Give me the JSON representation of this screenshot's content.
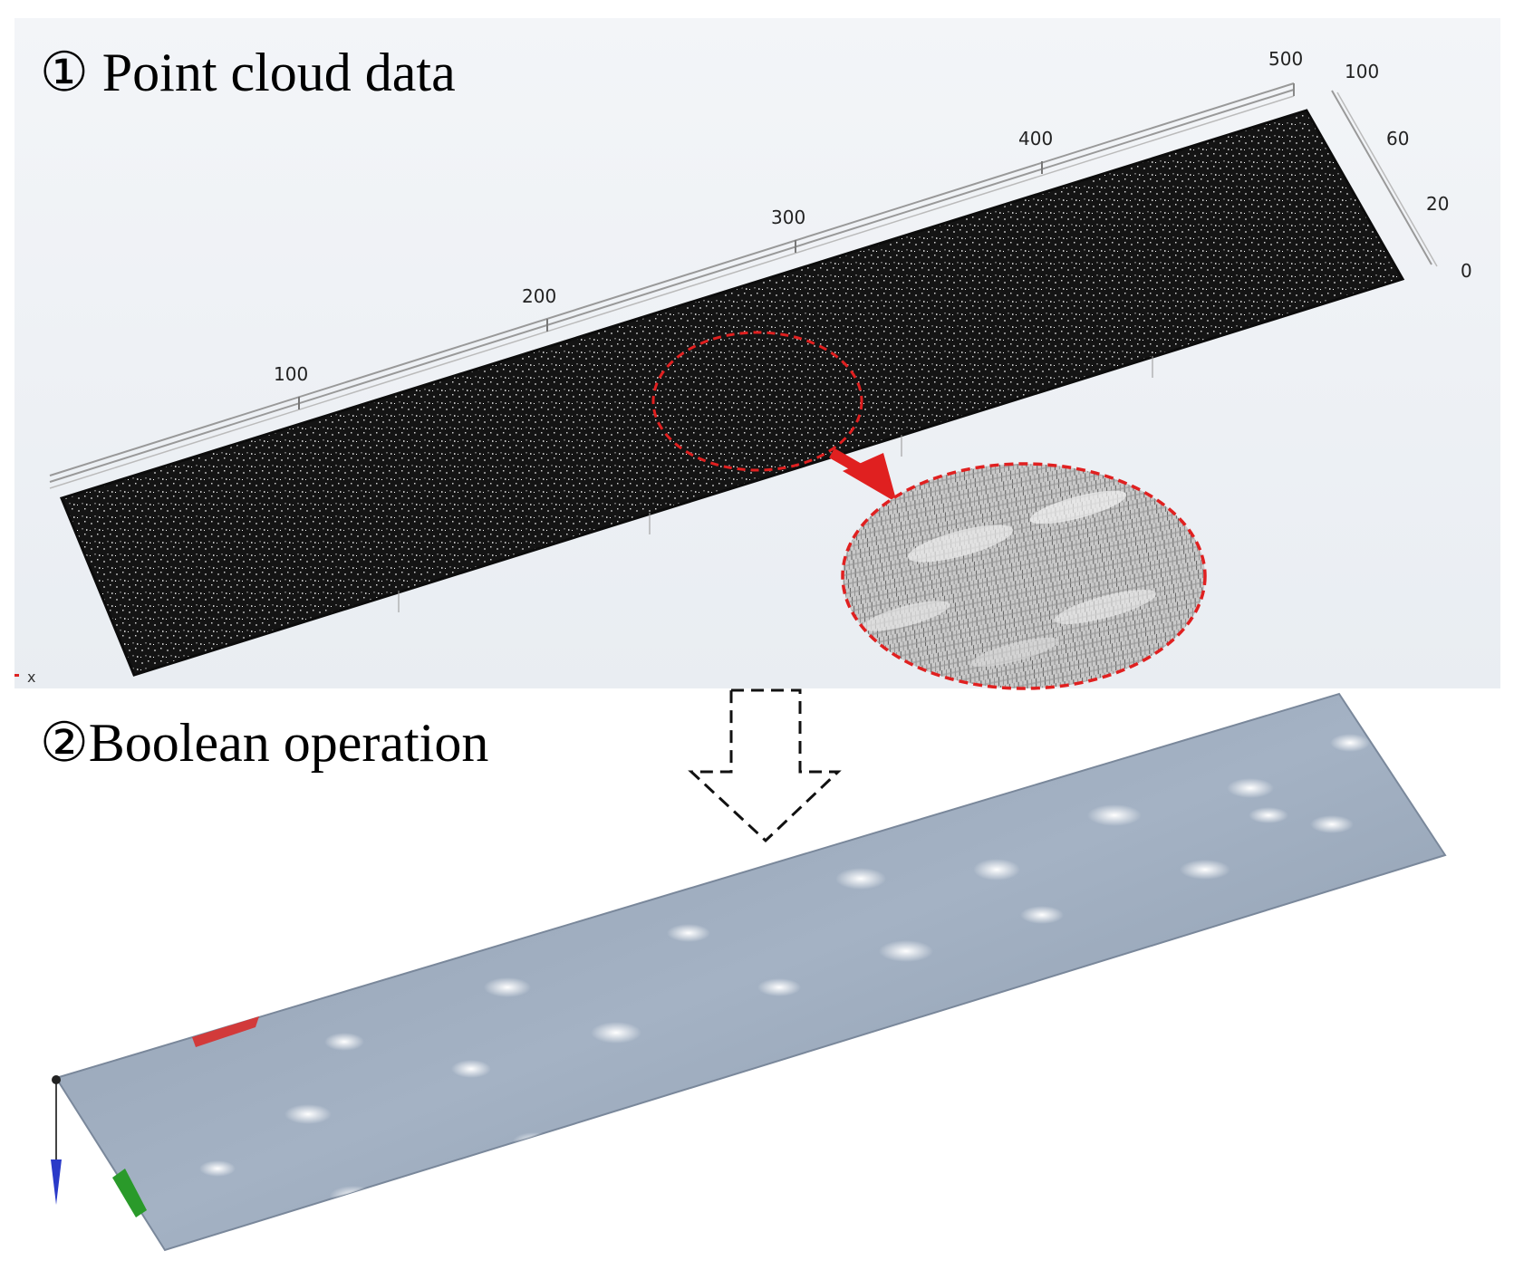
{
  "panels": [
    {
      "title": "① Point cloud data"
    },
    {
      "title": "②Boolean operation"
    }
  ],
  "axes": {
    "length_ticks": [
      "100",
      "200",
      "300",
      "400",
      "500"
    ],
    "height_ticks": [
      "100",
      "60",
      "20",
      "0"
    ],
    "corner_label": "x"
  },
  "colors": {
    "point_cloud": "#111111",
    "zoom_highlight": "#e02020",
    "surface": "#9aa9bb",
    "surface_highlight": "#ffffff",
    "axis_x": "#d23a3a",
    "axis_y": "#2a9a2a",
    "axis_z": "#2a3ac8"
  }
}
